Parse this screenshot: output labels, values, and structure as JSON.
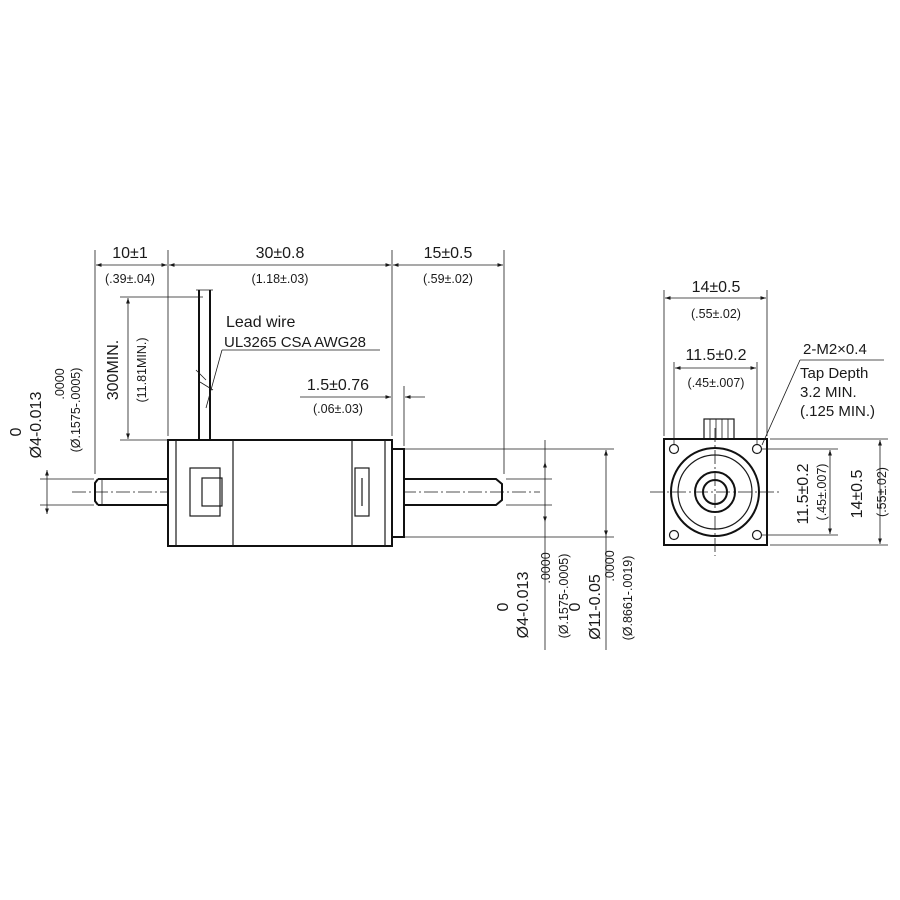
{
  "side_view": {
    "dim_left_length": "10±1",
    "dim_left_length_in": "(.39±.04)",
    "dim_body_length": "30±0.8",
    "dim_body_length_in": "(1.18±.03)",
    "dim_shaft_length": "15±0.5",
    "dim_shaft_length_in": "(.59±.02)",
    "dim_wire_length": "300MIN.",
    "dim_wire_length_in": "(11.81MIN.)",
    "lead_wire_title": "Lead wire",
    "lead_wire_spec": "UL3265 CSA AWG28",
    "dim_boss_length": "1.5±0.76",
    "dim_boss_length_in": "(.06±.03)",
    "rear_shaft_tol_upper": "0",
    "rear_shaft_dia": "Ø4-0.013",
    "rear_shaft_tol_upper_in": ".0000",
    "rear_shaft_dia_in": "(Ø.1575-.0005)",
    "front_shaft_tol_upper": "0",
    "front_shaft_dia": "Ø4-0.013",
    "front_shaft_tol_upper_in": ".0000",
    "front_shaft_dia_in": "(Ø.1575-.0005)",
    "boss_tol_upper": "0",
    "boss_dia": "Ø11-0.05",
    "boss_tol_upper_in": ".0000",
    "boss_dia_in": "(Ø.8661-.0019)"
  },
  "front_view": {
    "dim_width": "14±0.5",
    "dim_width_in": "(.55±.02)",
    "dim_hole_pitch": "11.5±0.2",
    "dim_hole_pitch_in": "(.45±.007)",
    "tap_spec": "2-M2×0.4",
    "tap_depth_label": "Tap Depth",
    "tap_depth": "3.2 MIN.",
    "tap_depth_in": "(.125 MIN.)",
    "dim_hole_pitch_v": "11.5±0.2",
    "dim_hole_pitch_v_in": "(.45±.007)",
    "dim_height": "14±0.5",
    "dim_height_in": "(.55±.02)"
  }
}
